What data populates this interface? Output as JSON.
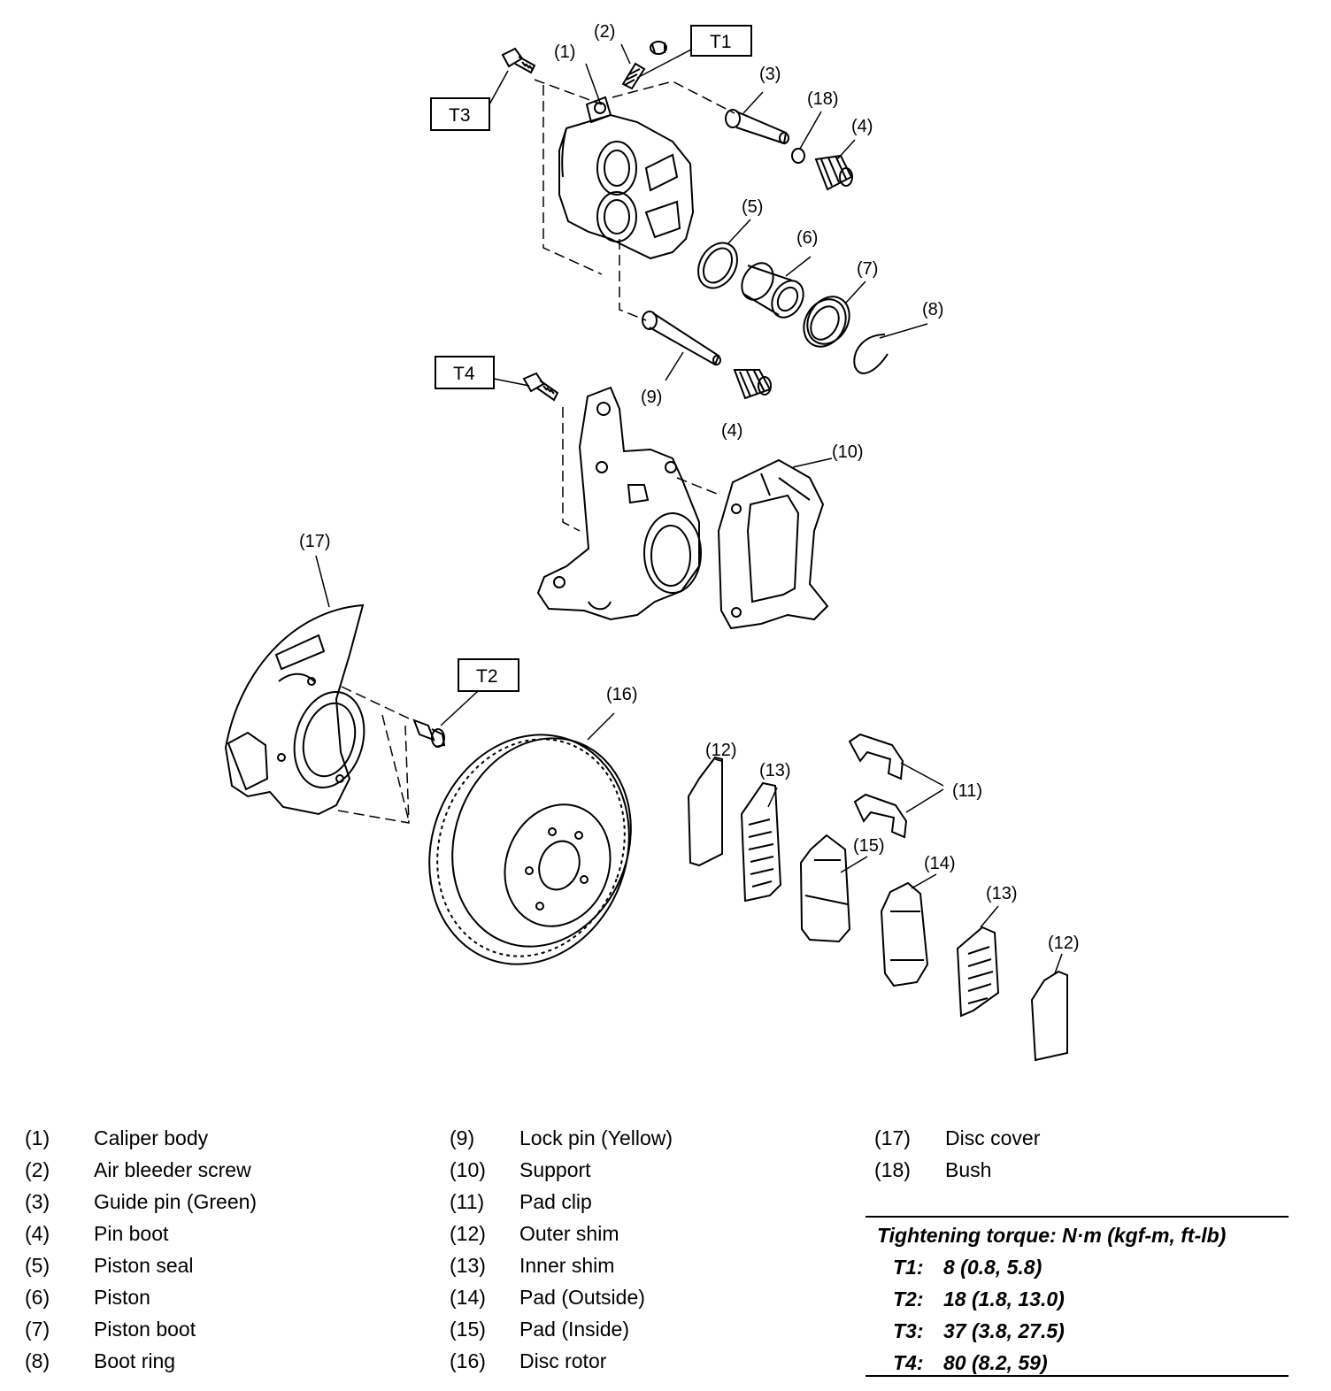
{
  "callouts": {
    "c1": "(1)",
    "c2": "(2)",
    "c3": "(3)",
    "c4a": "(4)",
    "c4b": "(4)",
    "c5": "(5)",
    "c6": "(6)",
    "c7": "(7)",
    "c8": "(8)",
    "c9": "(9)",
    "c10": "(10)",
    "c11": "(11)",
    "c12a": "(12)",
    "c12b": "(12)",
    "c13a": "(13)",
    "c13b": "(13)",
    "c14": "(14)",
    "c15": "(15)",
    "c16": "(16)",
    "c17": "(17)",
    "c18": "(18)"
  },
  "torque_tags": {
    "t1": "T1",
    "t2": "T2",
    "t3": "T3",
    "t4": "T4"
  },
  "legend": {
    "col1": [
      {
        "num": "(1)",
        "label": "Caliper body"
      },
      {
        "num": "(2)",
        "label": "Air bleeder screw"
      },
      {
        "num": "(3)",
        "label": "Guide pin (Green)"
      },
      {
        "num": "(4)",
        "label": "Pin boot"
      },
      {
        "num": "(5)",
        "label": "Piston seal"
      },
      {
        "num": "(6)",
        "label": "Piston"
      },
      {
        "num": "(7)",
        "label": "Piston boot"
      },
      {
        "num": "(8)",
        "label": "Boot ring"
      }
    ],
    "col2": [
      {
        "num": "(9)",
        "label": "Lock pin (Yellow)"
      },
      {
        "num": "(10)",
        "label": "Support"
      },
      {
        "num": "(11)",
        "label": "Pad clip"
      },
      {
        "num": "(12)",
        "label": "Outer shim"
      },
      {
        "num": "(13)",
        "label": "Inner shim"
      },
      {
        "num": "(14)",
        "label": "Pad (Outside)"
      },
      {
        "num": "(15)",
        "label": "Pad (Inside)"
      },
      {
        "num": "(16)",
        "label": "Disc rotor"
      }
    ],
    "col3": [
      {
        "num": "(17)",
        "label": "Disc cover"
      },
      {
        "num": "(18)",
        "label": "Bush"
      }
    ]
  },
  "torque_table": {
    "title": "Tightening torque: N·m (kgf-m, ft-lb)",
    "rows": [
      {
        "key": "T1:",
        "value": "8 (0.8, 5.8)"
      },
      {
        "key": "T2:",
        "value": "18 (1.8, 13.0)"
      },
      {
        "key": "T3:",
        "value": "37 (3.8, 27.5)"
      },
      {
        "key": "T4:",
        "value": "80 (8.2, 59)"
      }
    ]
  }
}
